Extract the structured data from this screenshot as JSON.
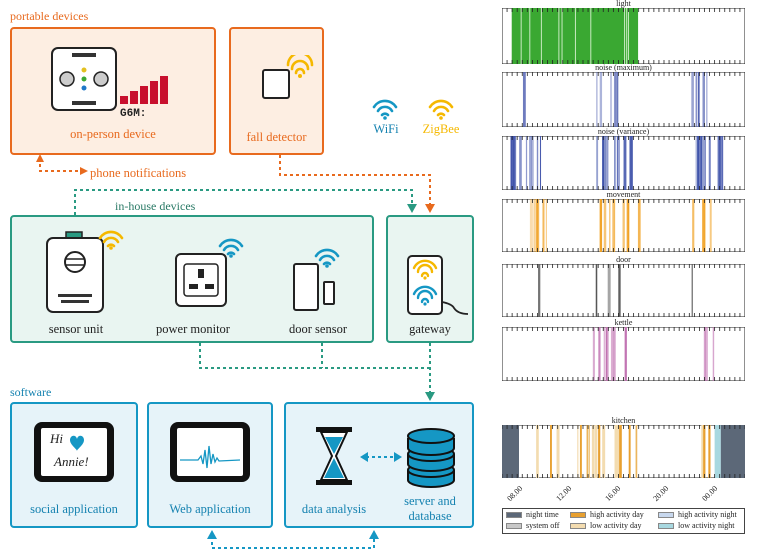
{
  "sections": {
    "portable": "portable devices",
    "inhouse": "in-house devices",
    "software": "software"
  },
  "devices": {
    "on_person": "on-person device",
    "fall_detector": "fall detector",
    "phone_notifications": "phone notifications",
    "sensor_unit": "sensor unit",
    "power_monitor": "power monitor",
    "door_sensor": "door sensor",
    "gateway": "gateway",
    "social_app": "social application",
    "web_app": "Web application",
    "data_analysis": "data analysis",
    "server_db_line1": "server and",
    "server_db_line2": "database"
  },
  "legend_top": {
    "wifi": "WiFi",
    "zigbee": "ZigBee"
  },
  "social_screen": {
    "line1": "Hi",
    "line2": "Annie!"
  },
  "chart_data": {
    "type": "heatmap",
    "x_ticks": [
      "08.00",
      "12.00",
      "16.00",
      "20.00",
      "00.00"
    ],
    "series": [
      {
        "name": "light",
        "color": "#3aa832"
      },
      {
        "name": "noise (maximum)",
        "color": "#5060b0"
      },
      {
        "name": "noise (variance)",
        "color": "#3a4ea8"
      },
      {
        "name": "movement",
        "color": "#f0a020"
      },
      {
        "name": "door",
        "color": "#555555"
      },
      {
        "name": "kettle",
        "color": "#c070b0"
      },
      {
        "name": "kitchen",
        "color": "#e8a838"
      }
    ],
    "legend": [
      {
        "label": "night time",
        "color": "#5c6878"
      },
      {
        "label": "system off",
        "color": "#c8c8c8"
      },
      {
        "label": "high activity day",
        "color": "#e8a030"
      },
      {
        "label": "low activity day",
        "color": "#f3dcb0"
      },
      {
        "label": "high activity night",
        "color": "#c8d8ee"
      },
      {
        "label": "low activity night",
        "color": "#a8d8e0"
      }
    ]
  },
  "colors": {
    "portable": "#e86a1e",
    "inhouse": "#2a9a82",
    "software": "#1597c4",
    "wifi": "#1597c4",
    "zigbee": "#f5b800"
  }
}
